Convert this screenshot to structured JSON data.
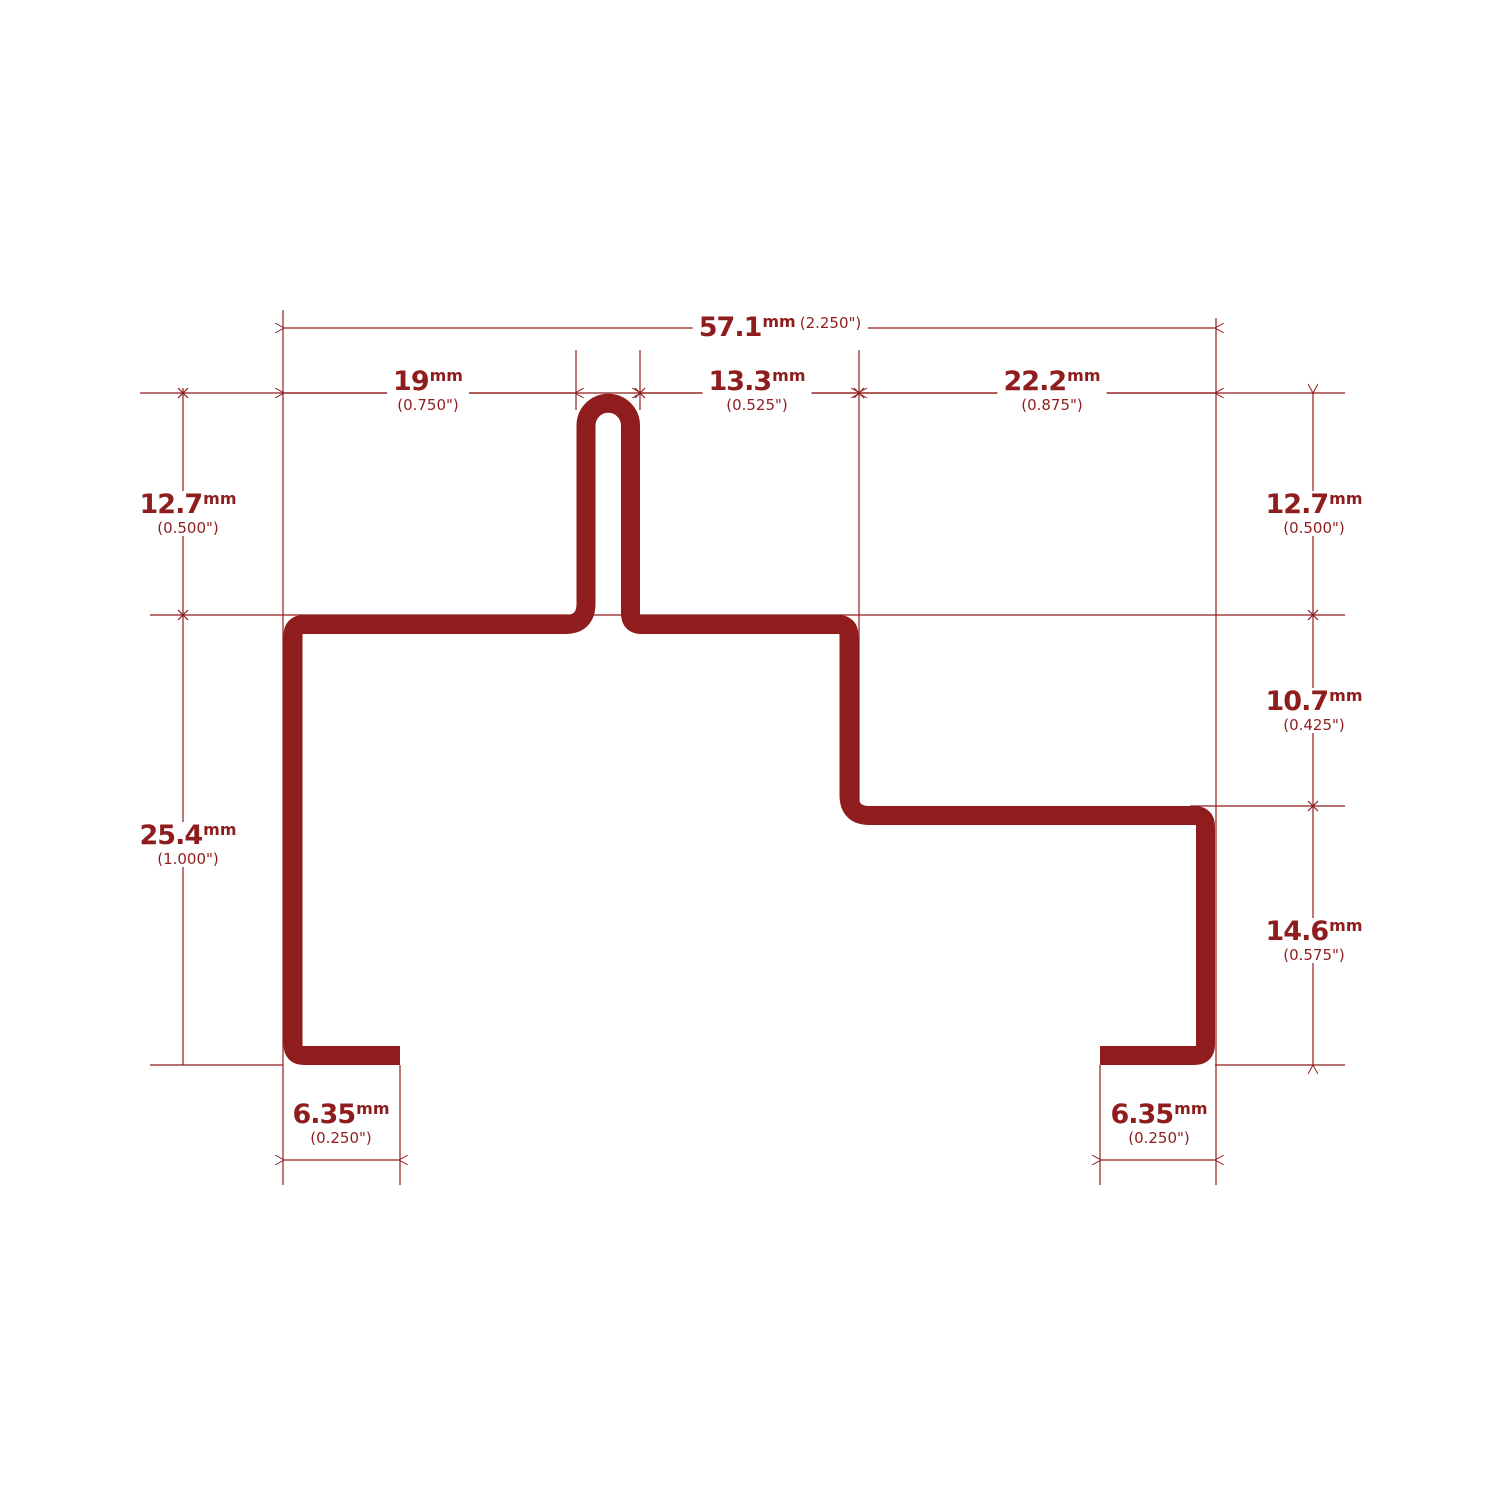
{
  "colors": {
    "profile": "#8f1d1d",
    "dimension": "#8f1d1d"
  },
  "unit_mm": "mm",
  "dimensions": {
    "overall_width": {
      "mm": "57.1",
      "inch": "(2.250\")"
    },
    "top_left_width": {
      "mm": "19",
      "inch": "(0.750\")"
    },
    "top_mid_width": {
      "mm": "13.3",
      "inch": "(0.525\")"
    },
    "top_right_width": {
      "mm": "22.2",
      "inch": "(0.875\")"
    },
    "left_stem_height": {
      "mm": "12.7",
      "inch": "(0.500\")"
    },
    "left_body_height": {
      "mm": "25.4",
      "inch": "(1.000\")"
    },
    "right_stem_height": {
      "mm": "12.7",
      "inch": "(0.500\")"
    },
    "right_step_height": {
      "mm": "10.7",
      "inch": "(0.425\")"
    },
    "right_lower_height": {
      "mm": "14.6",
      "inch": "(0.575\")"
    },
    "left_flange": {
      "mm": "6.35",
      "inch": "(0.250\")"
    },
    "right_flange": {
      "mm": "6.35",
      "inch": "(0.250\")"
    }
  }
}
